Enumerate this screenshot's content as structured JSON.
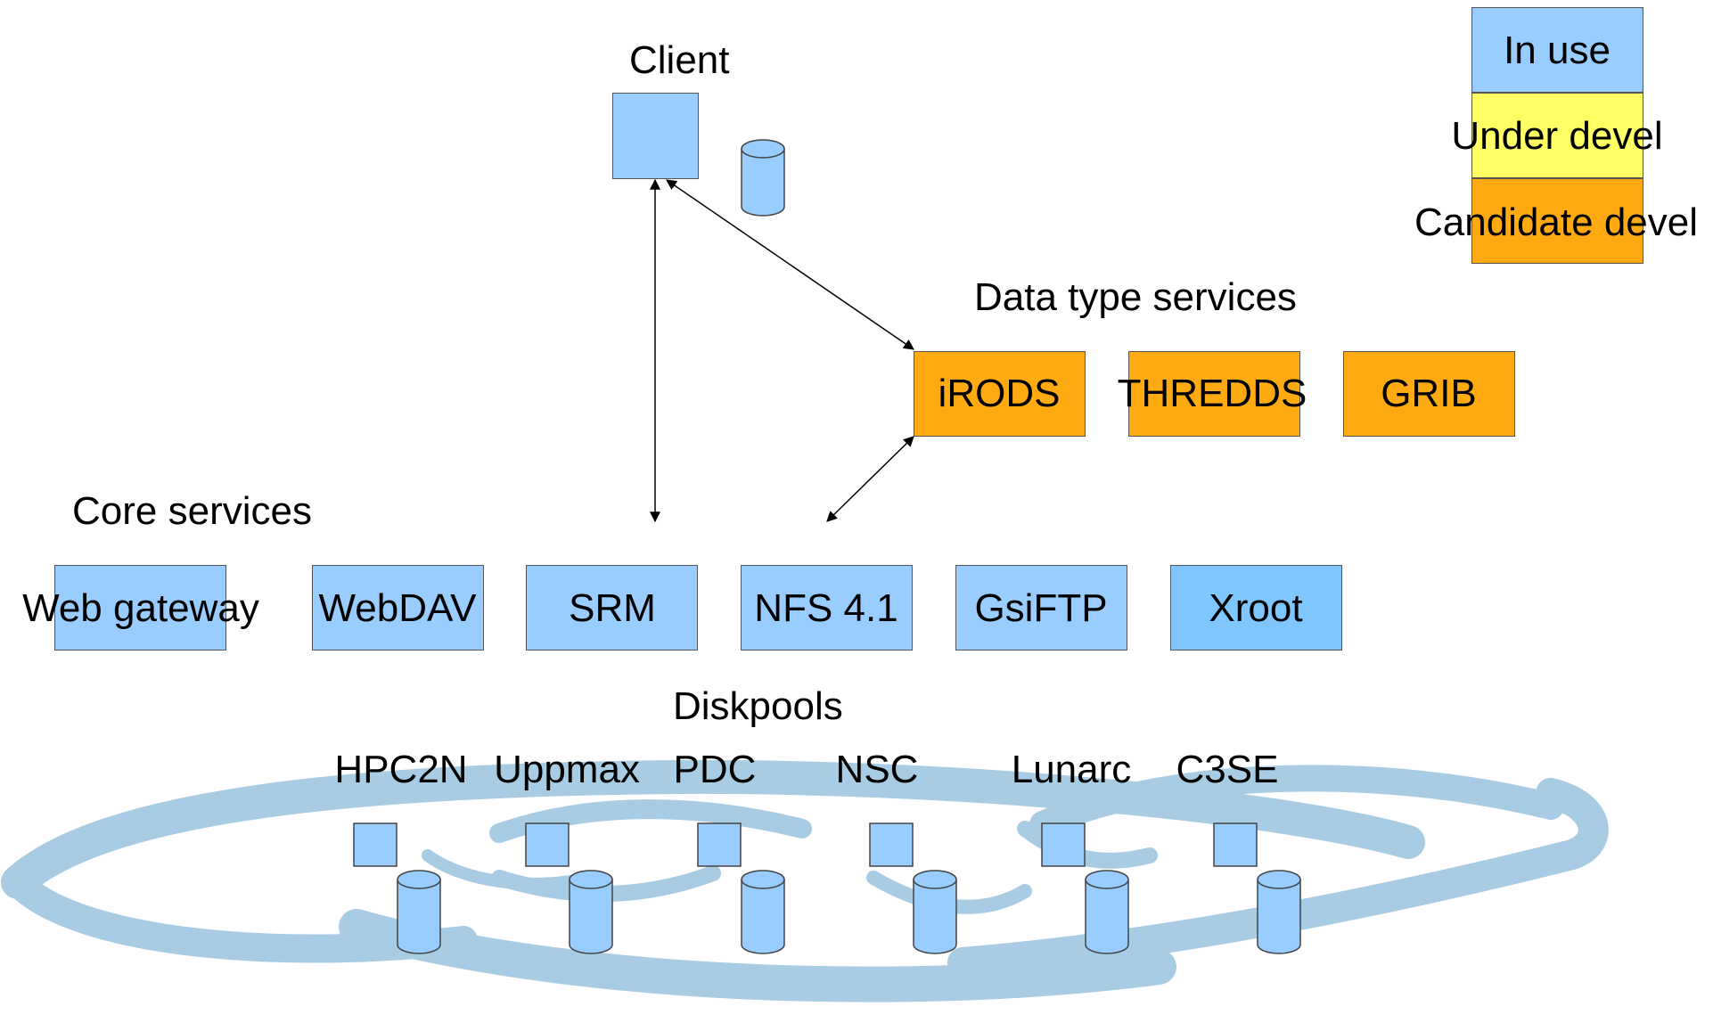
{
  "colors": {
    "in_use": "#99ccff",
    "under_devel": "#ffff66",
    "candidate_devel": "#ffaa11",
    "xroot": "#7fc6ff",
    "cloud": "#a8cce4"
  },
  "legend": {
    "in_use": "In use",
    "under_devel": "Under devel",
    "candidate_devel": "Candidate devel"
  },
  "client": {
    "label": "Client"
  },
  "data_type_services": {
    "heading": "Data type services",
    "items": [
      "iRODS",
      "THREDDS",
      "GRIB"
    ]
  },
  "core_services": {
    "heading": "Core services",
    "items": [
      "Web gateway",
      "WebDAV",
      "SRM",
      "NFS 4.1",
      "GsiFTP",
      "Xroot"
    ]
  },
  "diskpools": {
    "heading": "Diskpools",
    "sites": [
      "HPC2N",
      "Uppmax",
      "PDC",
      "NSC",
      "Lunarc",
      "C3SE"
    ]
  }
}
